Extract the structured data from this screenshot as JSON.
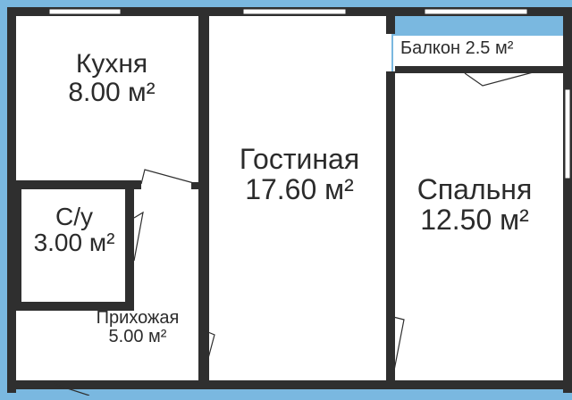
{
  "plan": {
    "colors": {
      "background": "#7ab8e0",
      "floor": "#ffffff",
      "wall": "#2f2f2f",
      "text": "#2b2b2b",
      "window": "#ffffff"
    },
    "rooms": {
      "kitchen": {
        "name": "Кухня",
        "area": "8.00 м²"
      },
      "living": {
        "name": "Гостиная",
        "area": "17.60 м²"
      },
      "bedroom": {
        "name": "Спальня",
        "area": "12.50 м²"
      },
      "balcony": {
        "label": "Балкон 2.5 м²"
      },
      "bathroom": {
        "name": "С/у",
        "area": "3.00 м²"
      },
      "hallway": {
        "name": "Прихожая",
        "area": "5.00 м²"
      }
    }
  }
}
